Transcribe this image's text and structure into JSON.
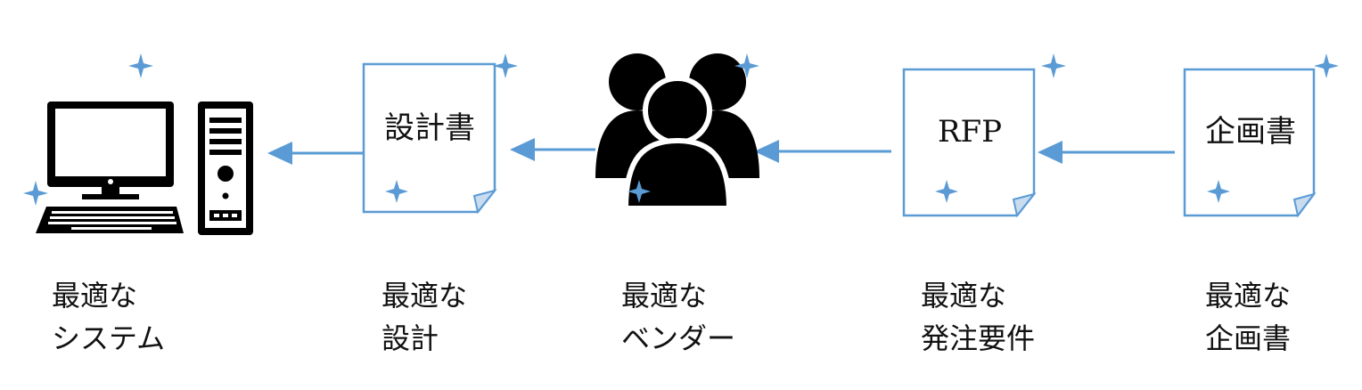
{
  "colors": {
    "accent": "#5b9bd5",
    "icon": "#000000",
    "text": "#111111"
  },
  "documents": {
    "plan": {
      "title": "企画書"
    },
    "rfp": {
      "title": "RFP"
    },
    "design": {
      "title": "設計書"
    }
  },
  "captions": {
    "plan": {
      "line1": "最適な",
      "line2": "企画書"
    },
    "rfp": {
      "line1": "最適な",
      "line2": "発注要件"
    },
    "vendor": {
      "line1": "最適な",
      "line2": "ベンダー"
    },
    "design": {
      "line1": "最適な",
      "line2": "設計"
    },
    "system": {
      "line1": "最適な",
      "line2": "システム"
    }
  },
  "icons": {
    "computer": "desktop-computer-icon",
    "people": "people-group-icon",
    "sparkle": "sparkle-icon",
    "document": "document-icon"
  }
}
